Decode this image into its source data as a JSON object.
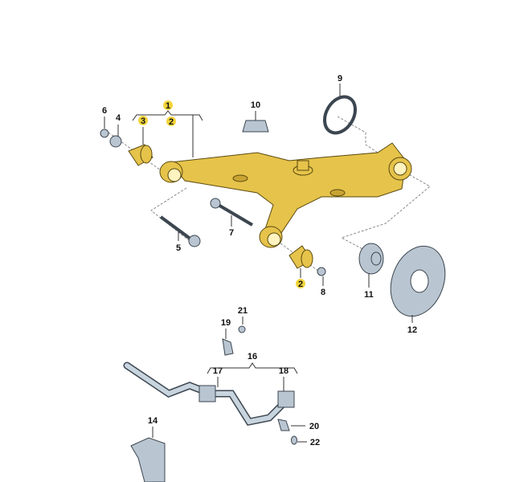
{
  "diagram": {
    "colors": {
      "arm": "#e6c34a",
      "steel": "#b9c6d2",
      "highlight": "#f2d53c",
      "text": "#111111"
    },
    "callouts": [
      {
        "label": "1",
        "highlighted": true
      },
      {
        "label": "2",
        "highlighted": true
      },
      {
        "label": "3",
        "highlighted": true
      },
      {
        "label": "4",
        "highlighted": false
      },
      {
        "label": "5",
        "highlighted": false
      },
      {
        "label": "6",
        "highlighted": false
      },
      {
        "label": "7",
        "highlighted": false
      },
      {
        "label": "2",
        "highlighted": true
      },
      {
        "label": "8",
        "highlighted": false
      },
      {
        "label": "9",
        "highlighted": false
      },
      {
        "label": "10",
        "highlighted": false
      },
      {
        "label": "11",
        "highlighted": false
      },
      {
        "label": "12",
        "highlighted": false
      },
      {
        "label": "14",
        "highlighted": false
      },
      {
        "label": "16",
        "highlighted": false
      },
      {
        "label": "17",
        "highlighted": false
      },
      {
        "label": "18",
        "highlighted": false
      },
      {
        "label": "19",
        "highlighted": false
      },
      {
        "label": "20",
        "highlighted": false
      },
      {
        "label": "21",
        "highlighted": false
      },
      {
        "label": "22",
        "highlighted": false
      }
    ]
  }
}
